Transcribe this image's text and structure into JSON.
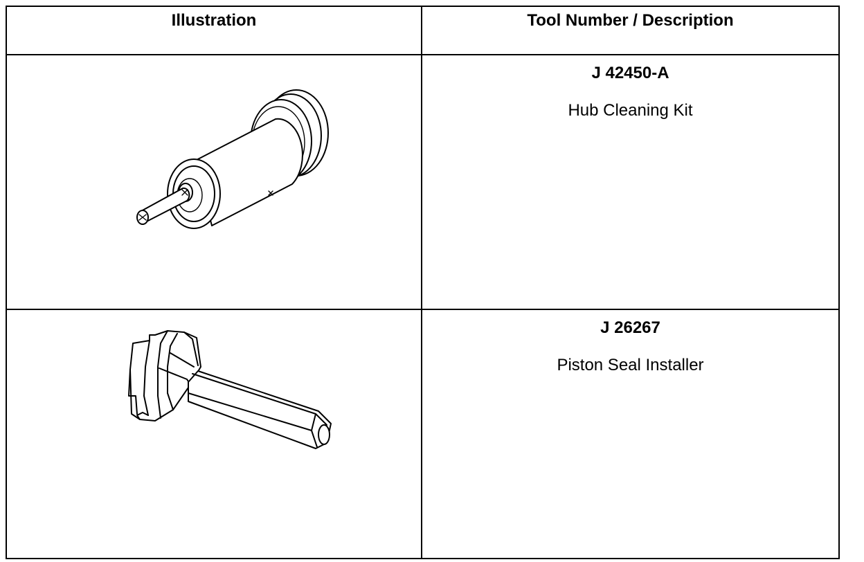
{
  "table": {
    "headers": {
      "illustration": "Illustration",
      "tool": "Tool Number / Description"
    },
    "rows": [
      {
        "tool_number": "J 42450-A",
        "description": "Hub Cleaning Kit",
        "illustration_icon": "hub-cleaning-kit-icon"
      },
      {
        "tool_number": "J 26267",
        "description": "Piston Seal Installer",
        "illustration_icon": "piston-seal-installer-icon"
      }
    ]
  }
}
